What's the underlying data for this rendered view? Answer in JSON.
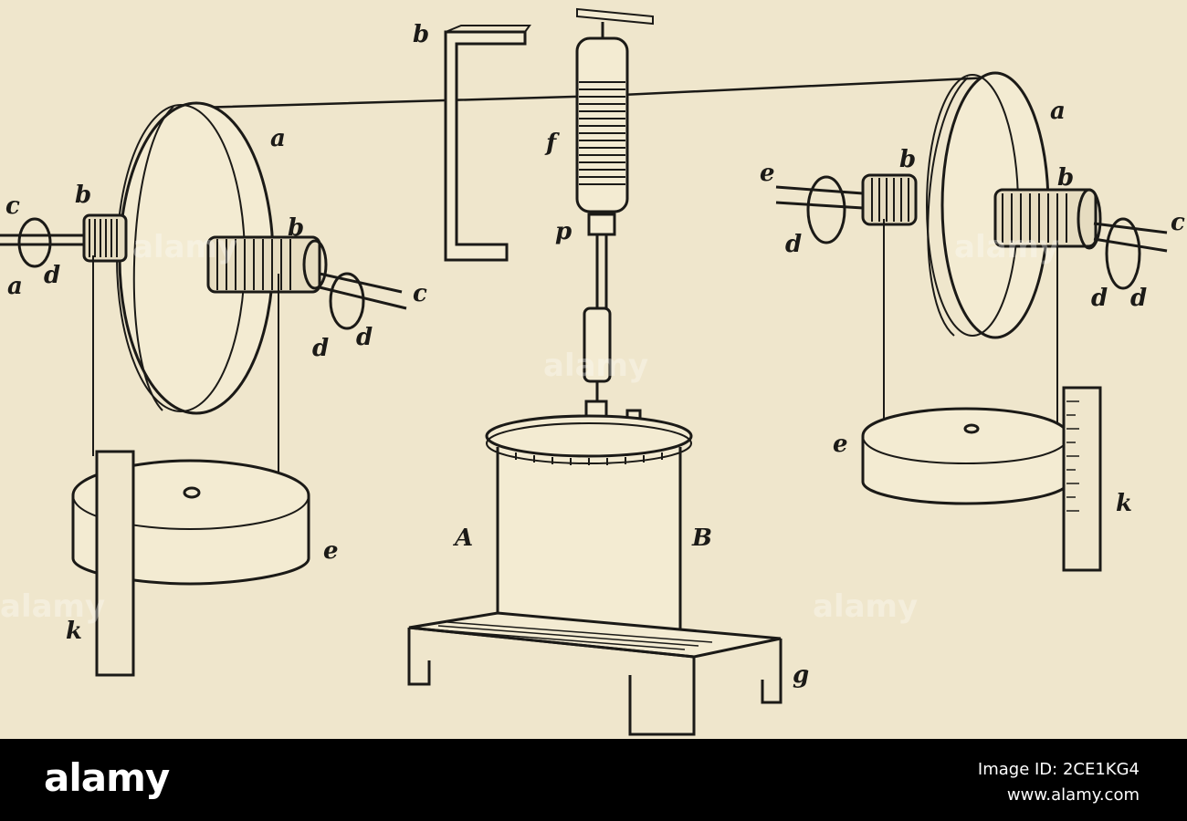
{
  "figure": {
    "labels": {
      "top_b": "b",
      "left_a": "a",
      "left_b_back": "b",
      "left_b_front": "b",
      "left_c_back": "c",
      "left_c_front": "c",
      "left_d_back": "d",
      "left_a_small": "a",
      "left_d_front1": "d",
      "left_d_front2": "d",
      "left_e": "e",
      "left_k": "k",
      "center_f": "f",
      "center_p": "p",
      "center_A": "A",
      "center_B": "B",
      "center_g": "g",
      "right_a": "a",
      "right_b_back": "b",
      "right_b_front": "b",
      "right_e_shaft": "e",
      "right_c": "c",
      "right_d_back": "d",
      "right_d_front1": "d",
      "right_d_front2": "d",
      "right_e_base": "e",
      "right_k": "k"
    },
    "watermark": "alamy"
  },
  "footer": {
    "brand": "alamy",
    "image_id": "Image ID: 2CE1KG4",
    "site": "www.alamy.com"
  }
}
